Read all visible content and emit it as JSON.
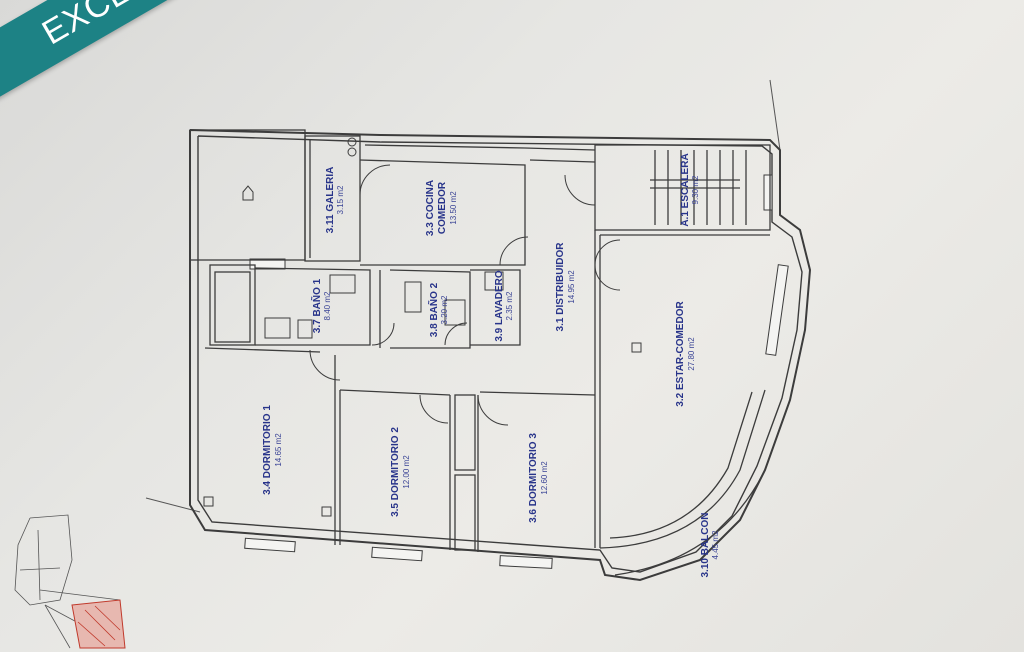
{
  "badge": {
    "text": "EXCLUSIVIDAD",
    "color": "#1d8285"
  },
  "rooms": [
    {
      "id": "3.11",
      "name": "3.11 GALERIA",
      "area": "3.15 m2"
    },
    {
      "id": "3.3",
      "name": "3.3 COCINA",
      "name2": "COMEDOR",
      "area": "13.50 m2"
    },
    {
      "id": "3.1",
      "name": "3.1 DISTRIBUIDOR",
      "area": "14.95 m2"
    },
    {
      "id": "3.7",
      "name": "3.7 BAÑO 1",
      "area": "8.40 m2"
    },
    {
      "id": "3.8",
      "name": "3.8 BAÑO 2",
      "area": "3.20 m2"
    },
    {
      "id": "3.9",
      "name": "3.9 LAVADERO",
      "area": "2.35 m2"
    },
    {
      "id": "3.4",
      "name": "3.4 DORMITORIO 1",
      "area": "14.65 m2"
    },
    {
      "id": "3.5",
      "name": "3.5 DORMITORIO 2",
      "area": "12.00 m2"
    },
    {
      "id": "3.6",
      "name": "3.6 DORMITORIO 3",
      "area": "12.60 m2"
    },
    {
      "id": "3.2",
      "name": "3.2 ESTAR-COMEDOR",
      "area": "27.80 m2"
    },
    {
      "id": "3.10",
      "name": "3.10 BALCON",
      "area": "4.45 m2"
    },
    {
      "id": "A.1",
      "name": "A.1 ESCALERA",
      "area": "9.30 m2"
    }
  ],
  "colors": {
    "wall": "#3c3c3c",
    "label": "#28348a",
    "highlight": "#c0392b"
  }
}
